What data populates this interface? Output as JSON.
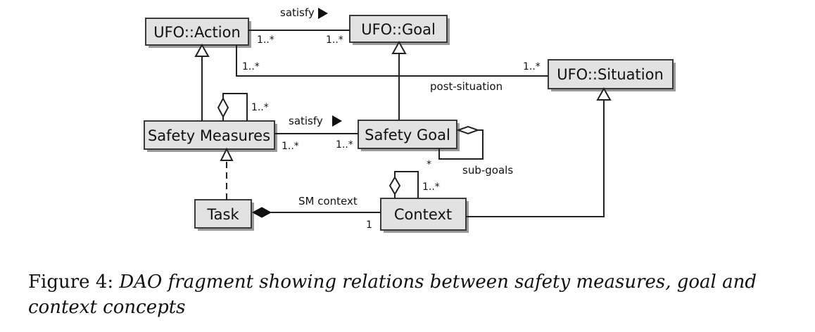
{
  "diagram": {
    "boxes": {
      "ufo_action": "UFO::Action",
      "ufo_goal": "UFO::Goal",
      "ufo_situation": "UFO::Situation",
      "safety_measures": "Safety Measures",
      "safety_goal": "Safety Goal",
      "task": "Task",
      "context": "Context"
    },
    "labels": {
      "satisfy_top": "satisfy",
      "satisfy_mid": "satisfy",
      "post_situation": "post-situation",
      "sub_goals": "sub-goals",
      "sm_context": "SM context"
    },
    "multiplicities": {
      "action_satisfy": "1..*",
      "goal_satisfy": "1..*",
      "action_situation": "1..*",
      "situation_action": "1..*",
      "sm_self": "1..*",
      "sm_satisfy": "1..*",
      "sg_satisfy": "1..*",
      "sg_subgoals": "*",
      "context_self": "1..*",
      "context_task": "1"
    }
  },
  "caption": {
    "prefix": "Figure 4:",
    "text": "DAO fragment showing relations between safety measures, goal and context concepts"
  }
}
